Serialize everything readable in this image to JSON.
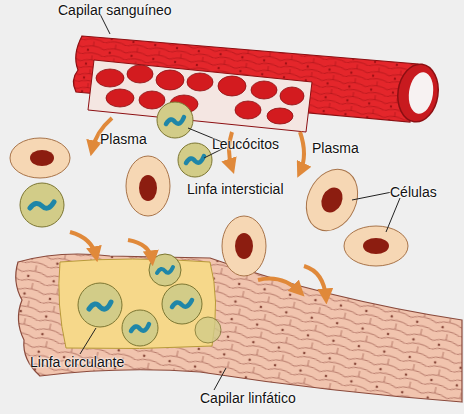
{
  "diagram": {
    "labels": [
      "Capilar sanguíneo",
      "Plasma",
      "Leucócitos",
      "Plasma",
      "Linfa intersticial",
      "Células",
      "Linfa circulante",
      "Capilar linfático"
    ]
  }
}
